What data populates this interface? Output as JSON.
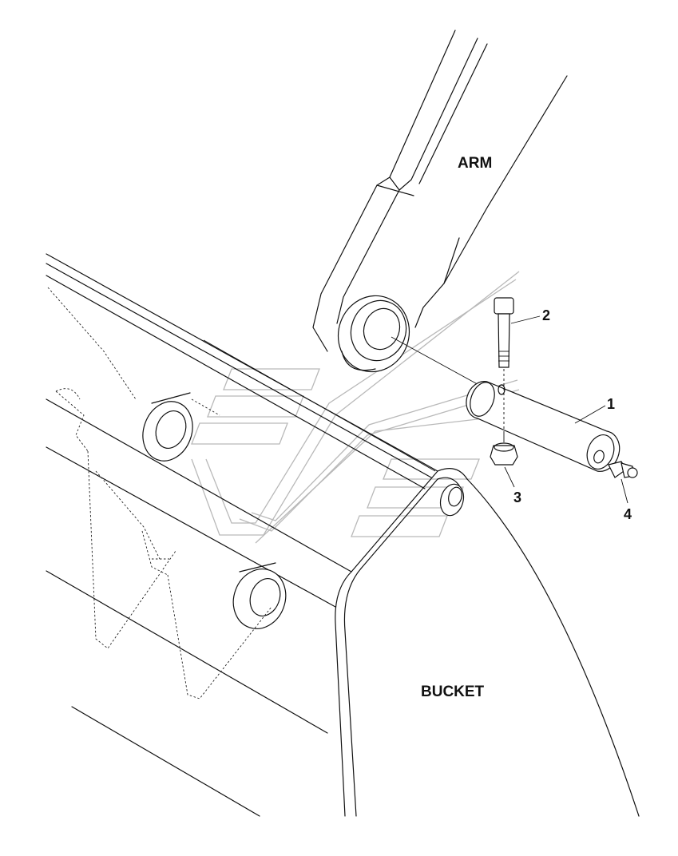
{
  "labels": {
    "arm": "ARM",
    "bucket": "BUCKET"
  },
  "callouts": {
    "pin": "1",
    "bolt": "2",
    "nut": "3",
    "grease_fitting": "4"
  }
}
